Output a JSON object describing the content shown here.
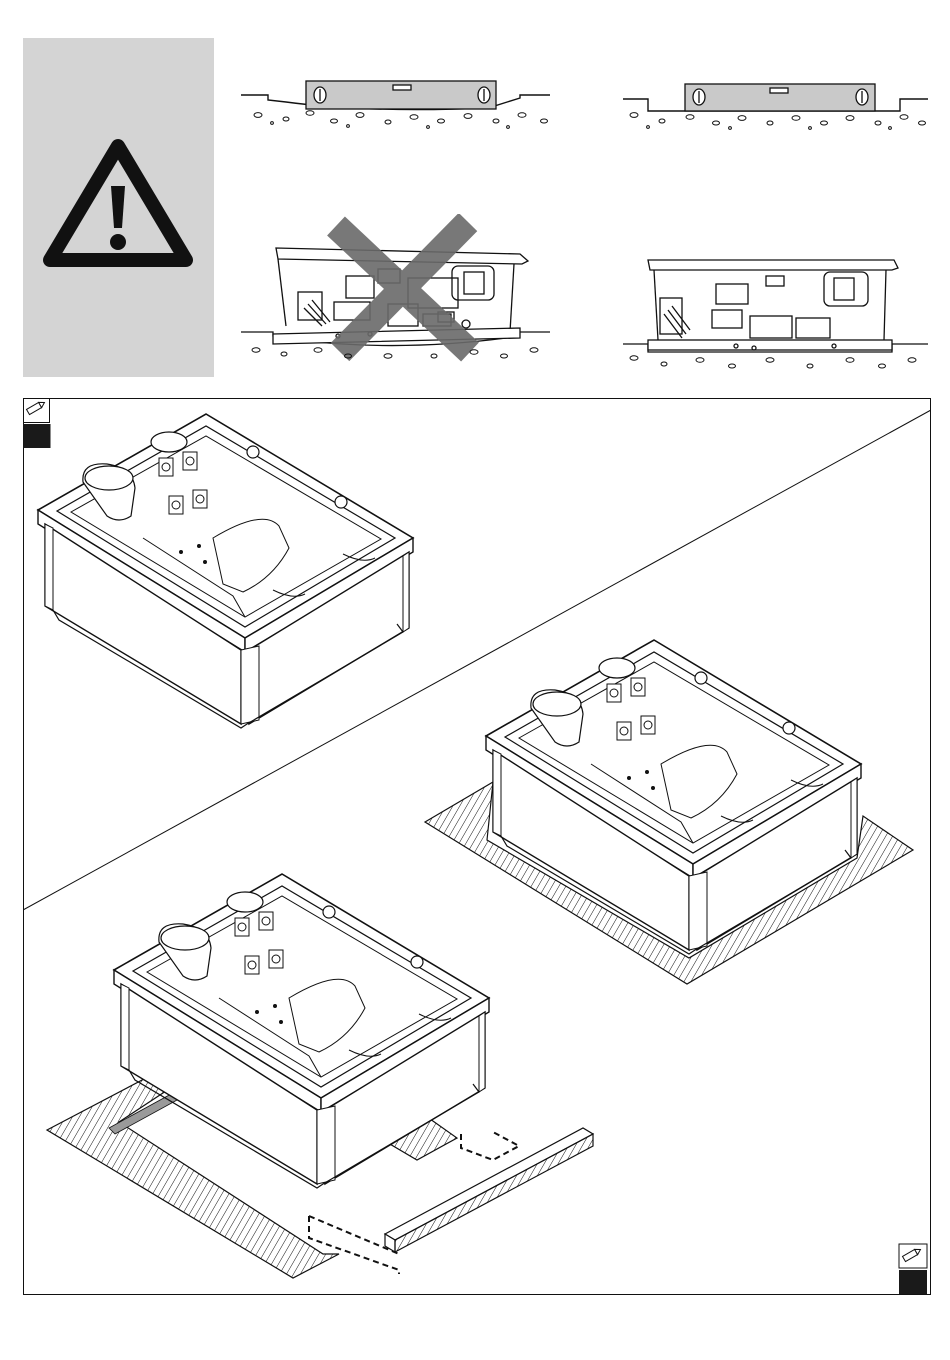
{
  "colors": {
    "warning_panel_bg": "#d4d4d4",
    "line": "#1a1a1a",
    "wrong_cross": "#6a6a6a",
    "marker_badge": "#1a1a1a"
  },
  "icons": {
    "warning": "warning-triangle-icon",
    "pencil": "pencil-icon",
    "cross": "wrong-cross-icon"
  },
  "figures": [
    {
      "id": "level-on-uneven-ground",
      "verdict": "wrong"
    },
    {
      "id": "level-on-flat-ground",
      "verdict": "correct"
    },
    {
      "id": "spa-on-uneven-ground",
      "verdict": "wrong"
    },
    {
      "id": "spa-on-flat-ground",
      "verdict": "correct"
    },
    {
      "id": "spa-on-floor-corner",
      "verdict": "option"
    },
    {
      "id": "spa-on-recessed-deck",
      "verdict": "option"
    },
    {
      "id": "spa-on-deck-removable-panel",
      "verdict": "option"
    }
  ]
}
